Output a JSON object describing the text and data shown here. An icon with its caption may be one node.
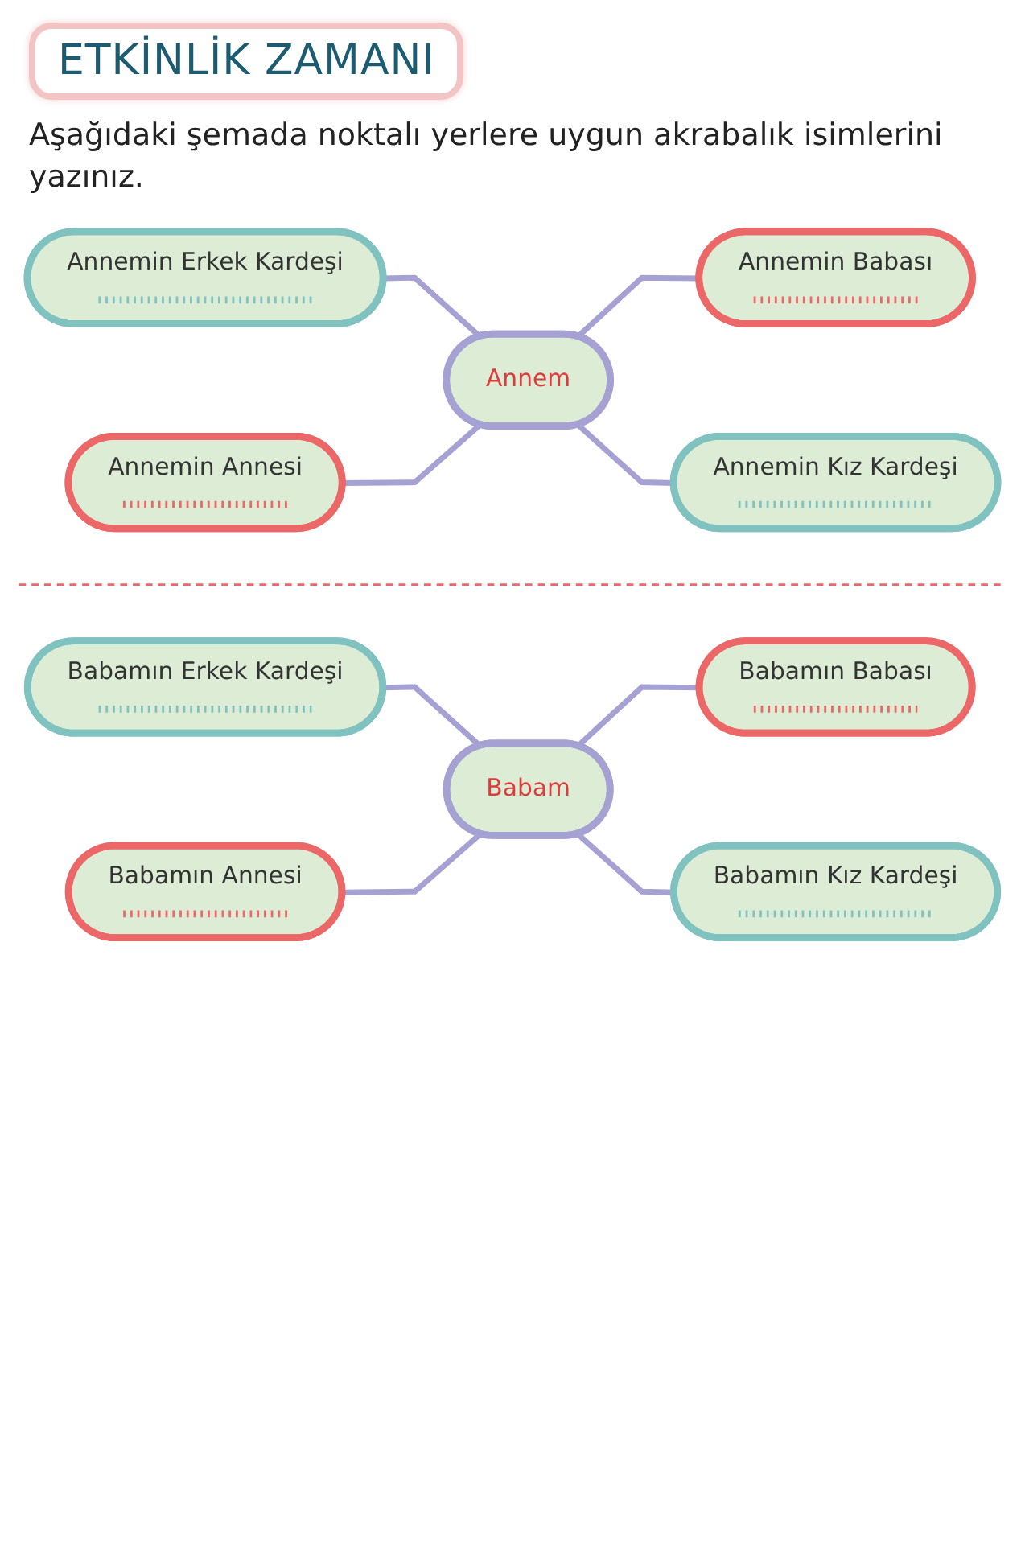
{
  "diagram": {
    "title": "ETKİNLİK ZAMANI",
    "nodes": [
      {
        "text": [
          "Annemin Erkek Kardeşi"
        ]
      },
      {
        "text": [
          "Annemin Annesi"
        ]
      },
      {
        "text": [
          "Annem"
        ]
      },
      {
        "text": [
          "Annemin Babası"
        ]
      },
      {
        "text": [
          "Annemin Kız Kardeşi"
        ]
      },
      {
        "text": [
          "Babamın Erkek Kardeşi"
        ]
      },
      {
        "text": [
          "Babamın Annesi"
        ]
      },
      {
        "text": [
          "Babam"
        ]
      },
      {
        "text": [
          "Babamın Babası"
        ]
      },
      {
        "text": [
          "Babamın Kız Kardeşi"
        ]
      }
    ],
    "edges": [
      {
        "from": 0,
        "to": 2,
        "arrow": "none"
      },
      {
        "from": 1,
        "to": 2,
        "arrow": "none"
      },
      {
        "from": 2,
        "to": 3,
        "arrow": "none"
      },
      {
        "from": 2,
        "to": 4,
        "arrow": "none"
      },
      {
        "from": 5,
        "to": 7,
        "arrow": "none"
      },
      {
        "from": 6,
        "to": 7,
        "arrow": "none"
      },
      {
        "from": 7,
        "to": 8,
        "arrow": "none"
      },
      {
        "from": 7,
        "to": 9,
        "arrow": "none"
      }
    ],
    "labels": [
      "Aşağıdaki şemada noktalı yerlere uygun akrabalık isimlerini yazınız."
    ]
  }
}
